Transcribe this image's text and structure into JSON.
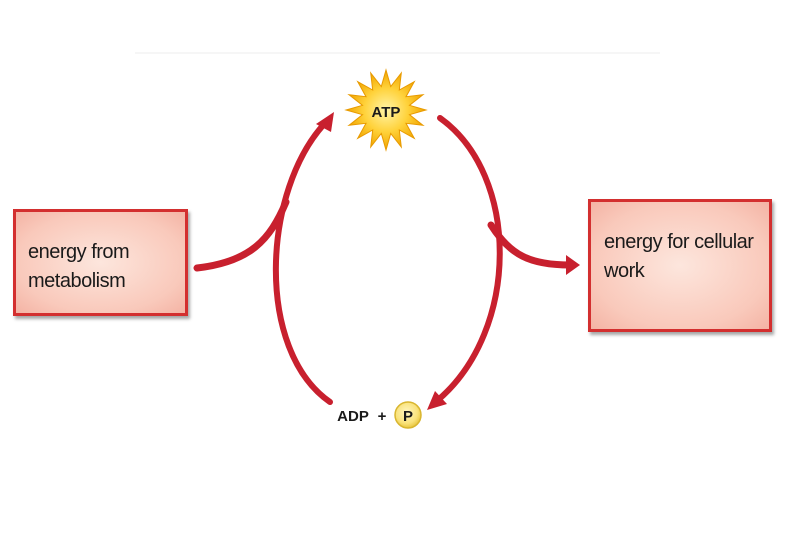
{
  "diagram": {
    "atp_label": "ATP",
    "adp_label": "ADP",
    "plus_sign": "+",
    "phosphate_label": "P",
    "left_box": {
      "line1": "energy from",
      "line2": "metabolism"
    },
    "right_box": {
      "line1": "energy for cellular",
      "line2": "work"
    }
  },
  "colors": {
    "arrow": "#c8202e",
    "box_border": "#d32f2f",
    "box_fill": "#f9c9bb",
    "starburst": "#f5b400",
    "phosphate_fill": "#f9e27a"
  }
}
